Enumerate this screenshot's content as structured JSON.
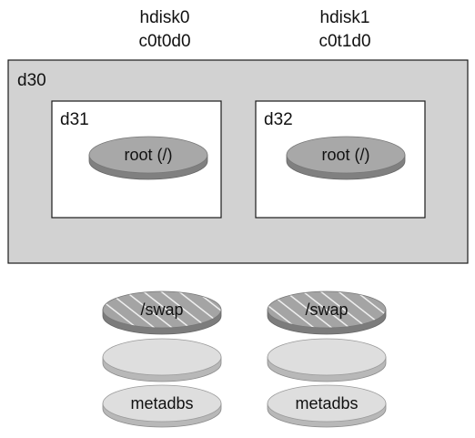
{
  "disks": [
    {
      "name": "hdisk0",
      "device": "c0t0d0"
    },
    {
      "name": "hdisk1",
      "device": "c0t1d0"
    }
  ],
  "mirror": {
    "name": "d30",
    "submirrors": [
      {
        "name": "d31",
        "slice_label": "root (/)"
      },
      {
        "name": "d32",
        "slice_label": "root (/)"
      }
    ]
  },
  "stacks": [
    {
      "swap_label": "/swap",
      "metadb_label": "metadbs"
    },
    {
      "swap_label": "/swap",
      "metadb_label": "metadbs"
    }
  ],
  "colors": {
    "mirror_fill": "#d2d2d2",
    "disk_top": "#a8a8a8",
    "disk_side": "#808080",
    "light_disk_top": "#dedede",
    "light_disk_side": "#b8b8b8",
    "outline": "#1a1a1a"
  }
}
